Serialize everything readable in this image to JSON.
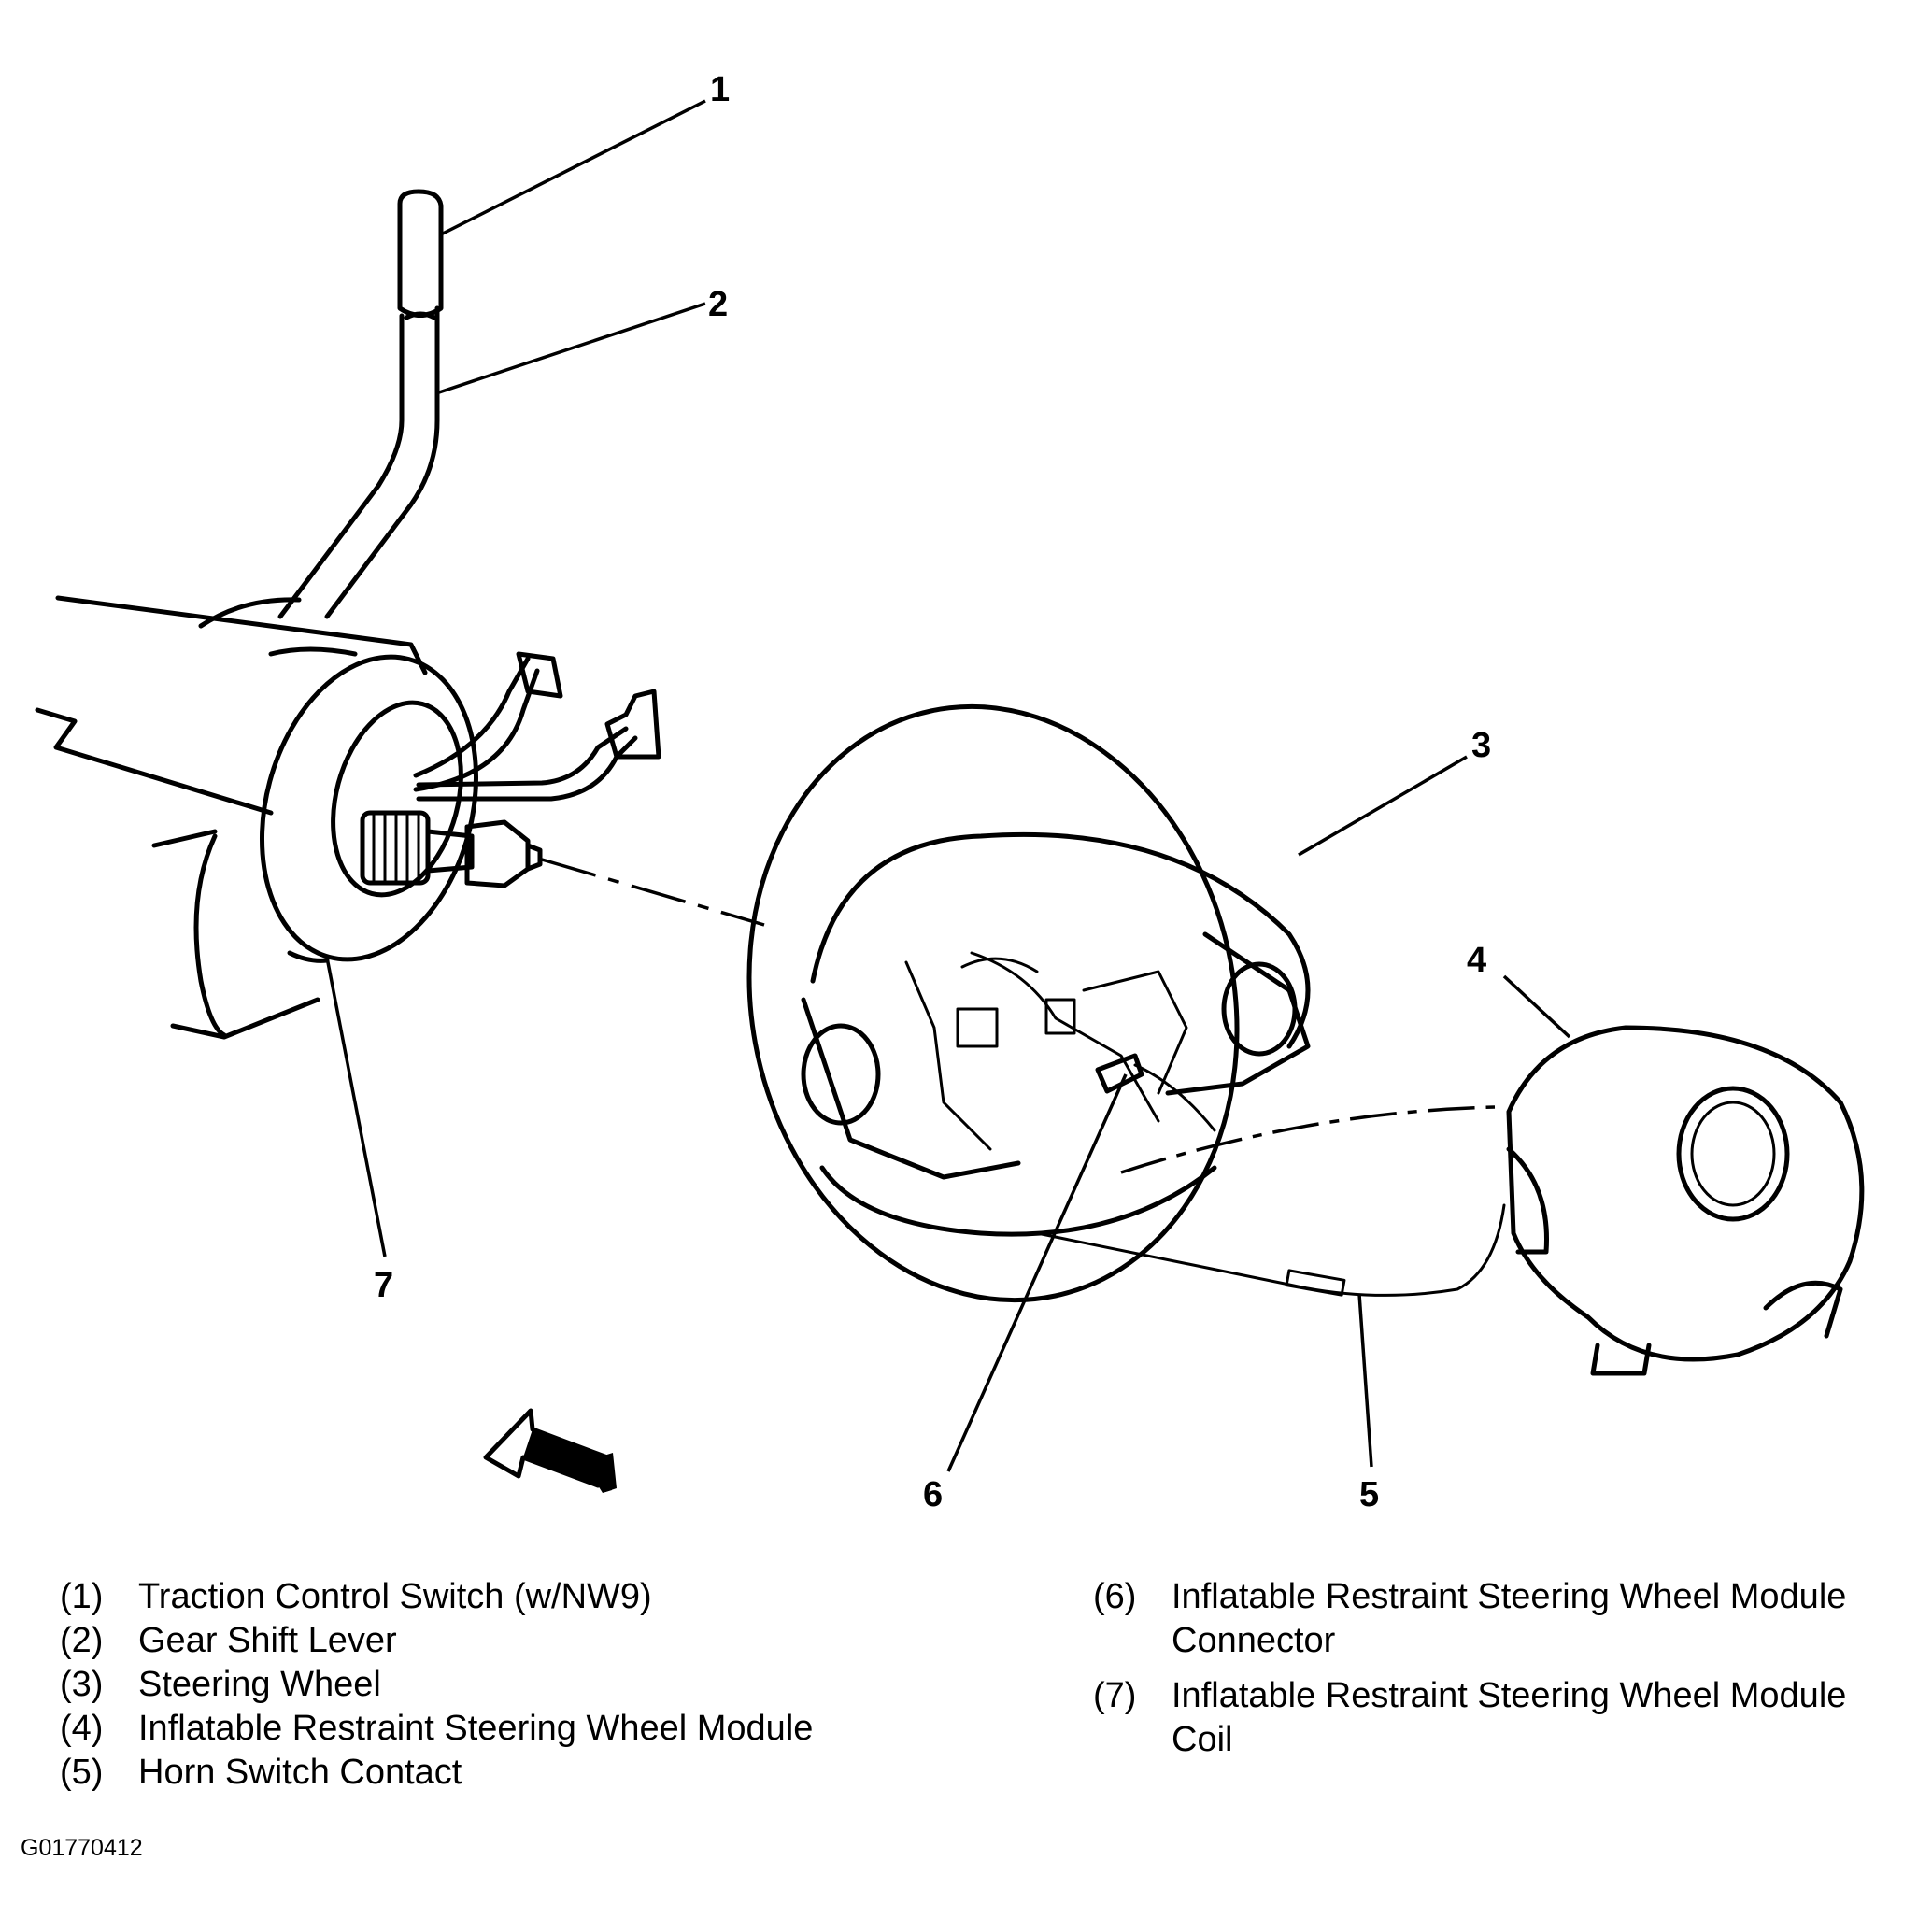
{
  "callouts": [
    "1",
    "2",
    "3",
    "4",
    "5",
    "6",
    "7"
  ],
  "legend": {
    "left": [
      {
        "num": "(1)",
        "text": "Traction Control Switch (w/NW9)"
      },
      {
        "num": "(2)",
        "text": "Gear Shift Lever"
      },
      {
        "num": "(3)",
        "text": "Steering Wheel"
      },
      {
        "num": "(4)",
        "text": "Inflatable Restraint Steering Wheel Module"
      },
      {
        "num": "(5)",
        "text": "Horn Switch Contact"
      }
    ],
    "right": [
      {
        "num": "(6)",
        "text": "Inflatable Restraint Steering Wheel Module Connector"
      },
      {
        "num": "(7)",
        "text": "Inflatable Restraint Steering Wheel Module Coil"
      }
    ]
  },
  "figure_id": "G01770412"
}
